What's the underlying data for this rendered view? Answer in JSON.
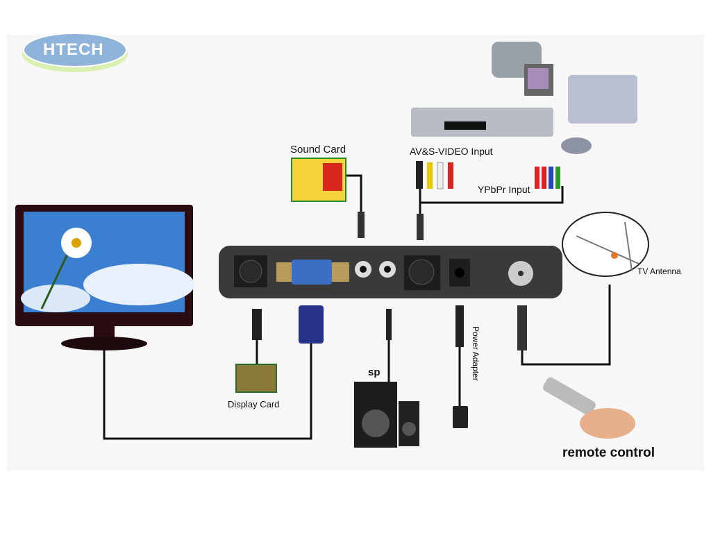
{
  "logo": {
    "text": "HTECH"
  },
  "labels": {
    "sound_card": "Sound Card",
    "av_input": "AV&S-VIDEO Input",
    "ypbpr_input": "YPbPr Input",
    "tv_antenna": "TV Antenna",
    "display_card": "Display Card",
    "speaker": "sp",
    "power_adapter": "Power Adapter",
    "remote_control": "remote control"
  },
  "colors": {
    "cable": "#111111",
    "device_body": "#3a3a3a",
    "vga_blue": "#3a6fc4",
    "logo_blue": "#8fb4dc"
  }
}
